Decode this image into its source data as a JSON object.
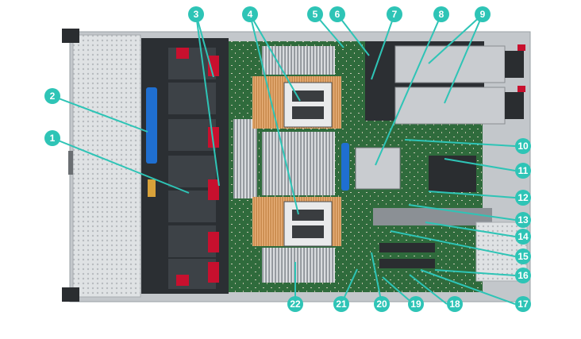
{
  "callouts": [
    {
      "label": "1"
    },
    {
      "label": "2"
    },
    {
      "label": "3"
    },
    {
      "label": "4"
    },
    {
      "label": "5"
    },
    {
      "label": "6"
    },
    {
      "label": "7"
    },
    {
      "label": "8"
    },
    {
      "label": "9"
    },
    {
      "label": "10"
    },
    {
      "label": "11"
    },
    {
      "label": "12"
    },
    {
      "label": "13"
    },
    {
      "label": "14"
    },
    {
      "label": "15"
    },
    {
      "label": "16"
    },
    {
      "label": "17"
    },
    {
      "label": "18"
    },
    {
      "label": "19"
    },
    {
      "label": "20"
    },
    {
      "label": "21"
    },
    {
      "label": "22"
    }
  ],
  "colors": {
    "callout": "#2ec4b6",
    "callout_text": "#ffffff",
    "board": "#2f6b3c",
    "chassis": "#cfd3d6",
    "fan_red": "#c8102e",
    "latch_blue": "#1f6fd1"
  }
}
